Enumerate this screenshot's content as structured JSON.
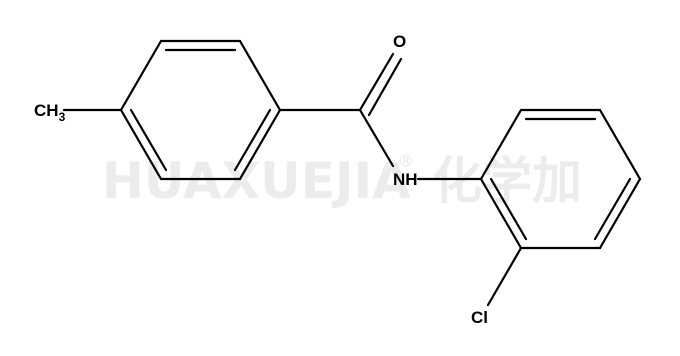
{
  "watermark": {
    "text": "HUAXUEJIA",
    "registered": "®",
    "chinese": "化学加"
  },
  "atoms": {
    "methyl": {
      "main": "CH",
      "sub": "3"
    },
    "oxygen": "O",
    "amide_nh": "NH",
    "chlorine": "Cl"
  },
  "colors": {
    "bond": "#000000",
    "label": "#000000",
    "watermark": "#ececec"
  }
}
